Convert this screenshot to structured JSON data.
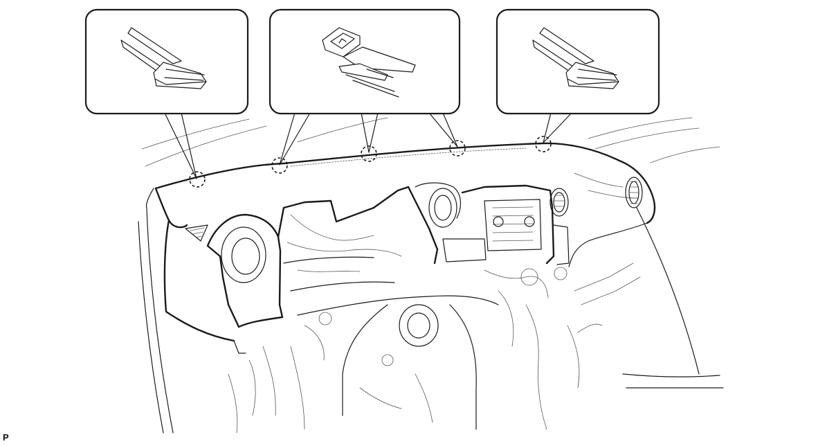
{
  "figure": {
    "code_label": "P"
  },
  "callouts": [
    {
      "name": "callout-left",
      "content": "clip-detail-left"
    },
    {
      "name": "callout-center",
      "content": "clip-detail-center"
    },
    {
      "name": "callout-right",
      "content": "clip-detail-right"
    }
  ],
  "clip_locations": 5
}
